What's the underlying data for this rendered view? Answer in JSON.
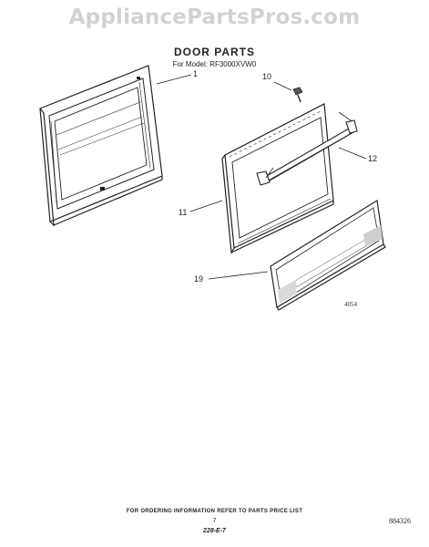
{
  "watermark": "AppliancePartsPros.com",
  "header": {
    "title": "DOOR PARTS",
    "subtitle": "For Model: RF3000XVW0"
  },
  "callouts": {
    "part_1": "1",
    "part_10": "10",
    "part_11": "11",
    "part_12": "12",
    "part_19": "19"
  },
  "figure_code": "4054",
  "footer": {
    "note": "FOR ORDERING INFORMATION REFER TO PARTS PRICE LIST",
    "page": "7",
    "revision": "228-E-7",
    "part_number": "884326"
  }
}
